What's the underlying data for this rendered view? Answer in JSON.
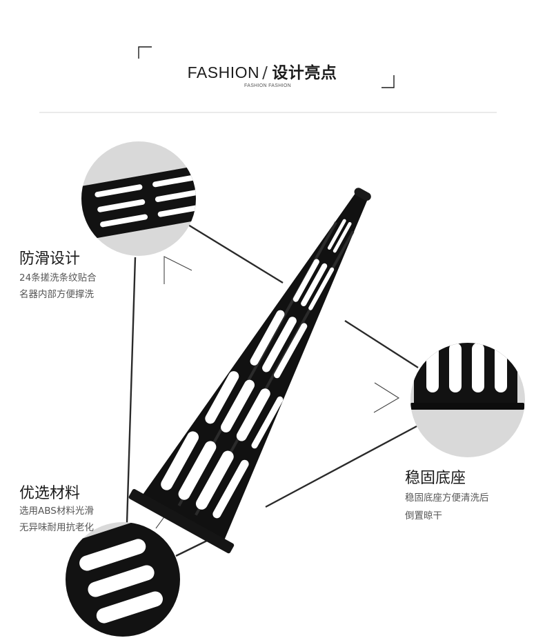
{
  "header": {
    "title_en": "FASHION",
    "slash": "/",
    "title_cn": "设计亮点",
    "subtitle": "FASHION FASHION"
  },
  "features": [
    {
      "title": "防滑设计",
      "desc_line1": "24条搓洗条纹贴合",
      "desc_line2": "名器内部方便撑洗"
    },
    {
      "title": "优选材料",
      "desc_line1": "选用ABS材料光滑",
      "desc_line2": "无异味耐用抗老化"
    },
    {
      "title": "稳固底座",
      "desc_line1": "稳固底座方便清洗后",
      "desc_line2": "倒置晾干"
    }
  ],
  "colors": {
    "product": "#111111",
    "circle_bg": "#d9d9d9",
    "line": "#2a2a2a",
    "divider": "#d6d6d6"
  }
}
